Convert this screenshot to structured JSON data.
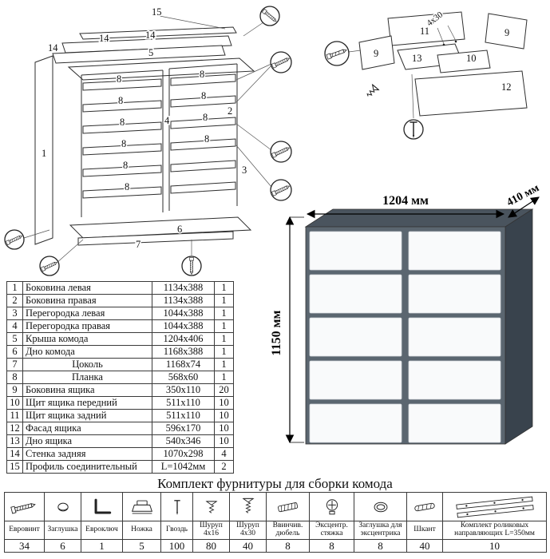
{
  "dims": {
    "width": "1204 мм",
    "depth": "410 мм",
    "height": "1150 мм"
  },
  "left_diagram": {
    "labels": [
      "15",
      "14",
      "14",
      "14",
      "5",
      "1",
      "4",
      "2",
      "3",
      "8",
      "8",
      "8",
      "8",
      "8",
      "8",
      "8",
      "8",
      "8",
      "8",
      "7",
      "6"
    ]
  },
  "right_diagram": {
    "labels": [
      "11",
      "9",
      "13",
      "10",
      "9",
      "12",
      "4х30"
    ]
  },
  "parts": {
    "rows": [
      {
        "num": "1",
        "name": "Боковина левая",
        "size": "1134x388",
        "qty": "1"
      },
      {
        "num": "2",
        "name": "Боковина правая",
        "size": "1134x388",
        "qty": "1"
      },
      {
        "num": "3",
        "name": "Перегородка левая",
        "size": "1044x388",
        "qty": "1"
      },
      {
        "num": "4",
        "name": "Перегородка правая",
        "size": "1044x388",
        "qty": "1"
      },
      {
        "num": "5",
        "name": "Крыша комода",
        "size": "1204x406",
        "qty": "1"
      },
      {
        "num": "6",
        "name": "Дно комода",
        "size": "1168x388",
        "qty": "1"
      },
      {
        "num": "7",
        "name": "Цоколь",
        "size": "1168x74",
        "qty": "1"
      },
      {
        "num": "8",
        "name": "Планка",
        "size": "568x60",
        "qty": "1"
      },
      {
        "num": "9",
        "name": "Боковина ящика",
        "size": "350x110",
        "qty": "20"
      },
      {
        "num": "10",
        "name": "Щит ящика передний",
        "size": "511x110",
        "qty": "10"
      },
      {
        "num": "11",
        "name": "Щит ящика задний",
        "size": "511x110",
        "qty": "10"
      },
      {
        "num": "12",
        "name": "Фасад ящика",
        "size": "596x170",
        "qty": "10"
      },
      {
        "num": "13",
        "name": "Дно ящика",
        "size": "540x346",
        "qty": "10"
      },
      {
        "num": "14",
        "name": "Стенка задняя",
        "size": "1070x298",
        "qty": "4"
      },
      {
        "num": "15",
        "name": "Профиль соединительный",
        "size": "L=1042мм",
        "qty": "2"
      }
    ]
  },
  "hardware": {
    "title": "Комплект фурнитуры для сборки комода",
    "items": [
      {
        "name": "Евровинт",
        "qty": "34"
      },
      {
        "name": "Заглушка",
        "qty": "6"
      },
      {
        "name": "Евроключ",
        "qty": "1"
      },
      {
        "name": "Ножка",
        "qty": "5"
      },
      {
        "name": "Гвоздь",
        "qty": "100"
      },
      {
        "name": "Шуруп 4x16",
        "qty": "80"
      },
      {
        "name": "Шуруп 4x30",
        "qty": "40"
      },
      {
        "name": "Ввинчив. дюбель",
        "qty": "8"
      },
      {
        "name": "Эксцентр. стяжка",
        "qty": "8"
      },
      {
        "name": "Заглушка для эксцентрика",
        "qty": "8"
      },
      {
        "name": "Шкант",
        "qty": "40"
      },
      {
        "name": "Комплект роликовых направляющих L=350мм",
        "qty": "10"
      }
    ]
  }
}
